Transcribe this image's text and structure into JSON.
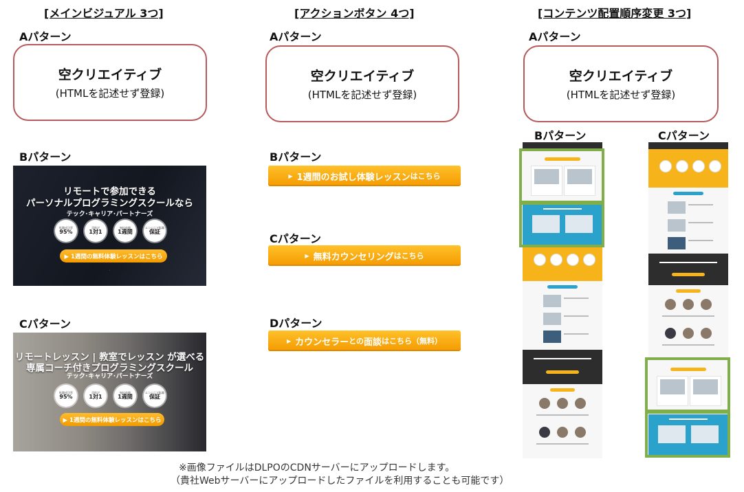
{
  "columns": {
    "main_visual": {
      "title": "[メインビジュアル 3つ]"
    },
    "action_button": {
      "title": "[アクションボタン 4つ]"
    },
    "content_order": {
      "title": "[コンテンツ配置順序変更 3つ]"
    }
  },
  "labels": {
    "pattern_a": "Aパターン",
    "pattern_b": "Bパターン",
    "pattern_c": "Cパターン",
    "pattern_d": "Dパターン"
  },
  "empty_creative": {
    "title": "空クリエイティブ",
    "subtitle": "(HTMLを記述せず登録)"
  },
  "hero_b": {
    "line1": "リモートで参加できる",
    "line2": "パーソナルプログラミングスクールなら",
    "brand": "テック･キャリア･パートナーズ",
    "badges": [
      {
        "small": "転職成功率",
        "big": "95%"
      },
      {
        "small": "添削が",
        "big": "1対1"
      },
      {
        "small": "無料体験",
        "big": "1週間"
      },
      {
        "small": "エンジニア転職",
        "big": "保証"
      }
    ],
    "cta": "▶ 1週間の無料体験レッスンはこちら"
  },
  "hero_c": {
    "line1": "リモートレッスン | 教室でレッスン が選べる",
    "line2": "専属コーチ付きプログラミングスクール",
    "brand": "テック･キャリア･パートナーズ",
    "badges": [
      {
        "small": "転職成功率",
        "big": "95%"
      },
      {
        "small": "添削が",
        "big": "1対1"
      },
      {
        "small": "無料体験",
        "big": "1週間"
      },
      {
        "small": "エンジニア転職",
        "big": "保証"
      }
    ],
    "cta": "▶ 1週間の無料体験レッスンはこちら"
  },
  "buttons": {
    "b": {
      "prefix": "1週間",
      "mid": "のお試し体験レッスン",
      "suffix": "はこちら"
    },
    "c": {
      "prefix": "無料カウンセリング",
      "suffix": "はこちら"
    },
    "d": {
      "prefix": "カウンセラー",
      "mid1": "との",
      "mid2": "面談",
      "suffix": "はこちら（無料）"
    }
  },
  "footnote": {
    "line1": "※画像ファイルはDLPOのCDNサーバーにアップロードします。",
    "line2": "（貴社Webサーバーにアップロードしたファイルを利用することも可能です）"
  },
  "colors": {
    "box_border": "#b5595a",
    "cta_orange": "#f6a700",
    "highlight_green": "#7fae4a",
    "section_blue": "#2aa2cc",
    "section_yellow": "#f6b41a"
  }
}
